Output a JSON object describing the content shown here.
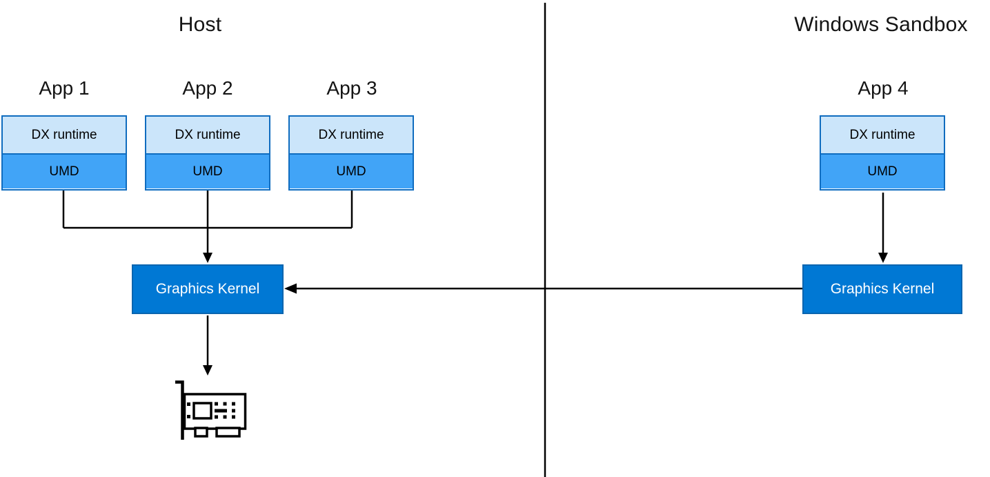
{
  "titles": {
    "host": "Host",
    "sandbox": "Windows Sandbox"
  },
  "apps": [
    {
      "label": "App 1",
      "dx_runtime": "DX runtime",
      "umd": "UMD"
    },
    {
      "label": "App 2",
      "dx_runtime": "DX runtime",
      "umd": "UMD"
    },
    {
      "label": "App 3",
      "dx_runtime": "DX runtime",
      "umd": "UMD"
    },
    {
      "label": "App 4",
      "dx_runtime": "DX runtime",
      "umd": "UMD"
    }
  ],
  "kernels": {
    "host_label": "Graphics Kernel",
    "sandbox_label": "Graphics Kernel"
  },
  "icons": {
    "gpu": "gpu-card-icon"
  },
  "colors": {
    "dx_runtime_fill": "#cbe5fa",
    "umd_fill": "#41a4f7",
    "app_box_border": "#0f6cbf",
    "kernel_fill": "#0078d4",
    "kernel_text": "#ffffff",
    "line": "#000000",
    "background": "#ffffff"
  }
}
